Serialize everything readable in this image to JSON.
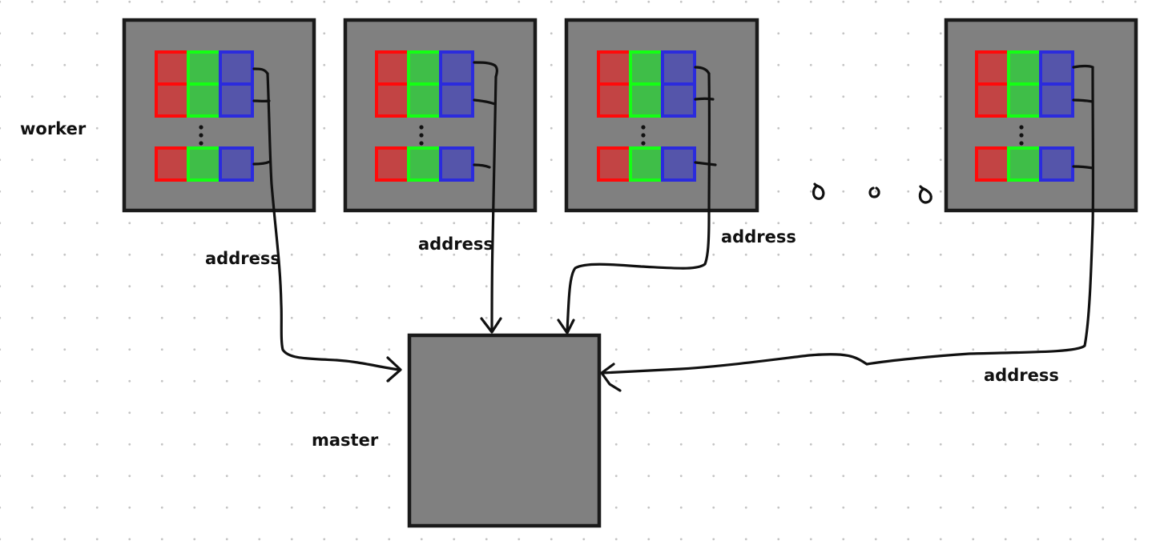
{
  "labels": {
    "worker": "worker",
    "master": "master",
    "address": "address"
  },
  "colors": {
    "node_fill": "#808080",
    "node_stroke": "#1a1a1a",
    "cell_red_fill": "#c24444",
    "cell_red_stroke": "#ff0a0a",
    "cell_green_fill": "#3fbe48",
    "cell_green_stroke": "#14ff14",
    "cell_blue_fill": "#5555aa",
    "cell_blue_stroke": "#2b2bdd",
    "wire": "#111111"
  }
}
